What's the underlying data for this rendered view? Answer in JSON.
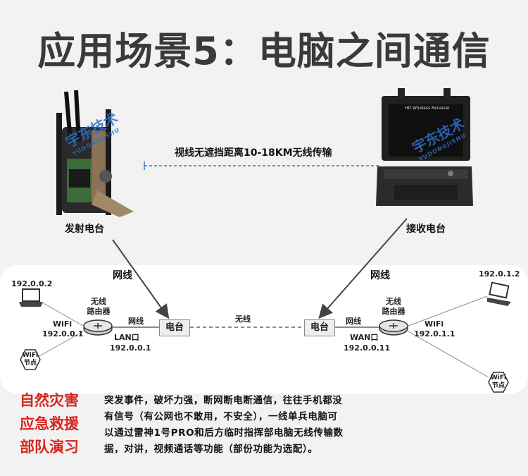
{
  "title": "应用场景5：电脑之间通信",
  "logo_text": "宇东技术",
  "logo_subtext": "YUDONGJISHU",
  "screen_caption": "HD Wireless Receiver",
  "link_label": "视线无遮挡距离10-18KM无线传输",
  "transmitter_label": "发射电台",
  "receiver_label": "接收电台",
  "left": {
    "network_cable": "网线",
    "laptop_ip": "192.0.0.2",
    "wifi": "WiFi",
    "wifi_ip": "192.0.0.1",
    "router_label_1": "无线",
    "router_label_2": "路由器",
    "cable": "网线",
    "port": "LAN口",
    "port_ip": "192.0.0.1",
    "node_label": "电台",
    "wifi_node_1": "WiFi",
    "wifi_node_2": "节点"
  },
  "right": {
    "network_cable": "网线",
    "laptop_ip": "192.0.1.2",
    "wifi": "WiFi",
    "wifi_ip": "192.0.1.1",
    "router_label_1": "无线",
    "router_label_2": "路由器",
    "cable": "网线",
    "port": "WAN口",
    "port_ip": "192.0.0.11",
    "node_label": "电台",
    "wifi_node_1": "WiFi",
    "wifi_node_2": "节点"
  },
  "wireless_label": "无线",
  "side_lines": [
    "自然灾害",
    "应急救援",
    "部队演习"
  ],
  "description_lines": [
    "突发事件，破坏力强，断网断电断通信，往往手机都没",
    "有信号（有公网也不敢用，不安全），一线单兵电脑可",
    "以通过雷神1号PRO和后方临时指挥部电脑无线传输数",
    "据，对讲，视频通话等功能（部份功能为选配）。"
  ],
  "colors": {
    "title": "#3a3a3a",
    "accent_red": "#d8261e",
    "link_line": "#3a6fd0",
    "logo_blue": "#2f6fc8"
  }
}
